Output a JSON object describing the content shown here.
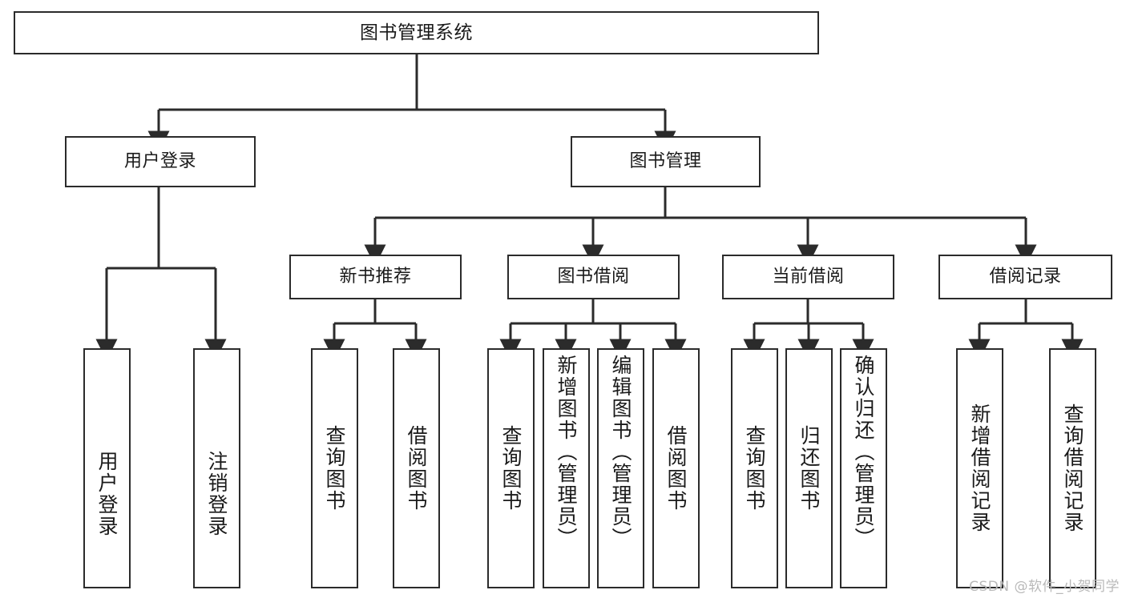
{
  "diagram": {
    "title": "图书管理系统",
    "type": "tree",
    "watermark": "CSDN @软件_小贺同学",
    "colors": {
      "box_border": "#2b2b2b",
      "box_fill": "#ffffff",
      "edge": "#2b2b2b",
      "text": "#1a1a1a",
      "watermark": "#b9b9b9",
      "background": "#ffffff"
    },
    "root": {
      "label": "图书管理系统"
    },
    "level2": [
      {
        "label": "用户登录"
      },
      {
        "label": "图书管理"
      }
    ],
    "level3": [
      {
        "label": "新书推荐"
      },
      {
        "label": "图书借阅"
      },
      {
        "label": "当前借阅"
      },
      {
        "label": "借阅记录"
      }
    ],
    "leaves": {
      "user_login": [
        {
          "label": "用户登录"
        },
        {
          "label": "注销登录"
        }
      ],
      "new_book_recommend": [
        {
          "label": "查询图书"
        },
        {
          "label": "借阅图书"
        }
      ],
      "book_borrow": [
        {
          "label": "查询图书"
        },
        {
          "label": "新增图书（管理员）"
        },
        {
          "label": "编辑图书（管理员）"
        },
        {
          "label": "借阅图书"
        }
      ],
      "current_borrow": [
        {
          "label": "查询图书"
        },
        {
          "label": "归还图书"
        },
        {
          "label": "确认归还（管理员）"
        }
      ],
      "borrow_record": [
        {
          "label": "新增借阅记录"
        },
        {
          "label": "查询借阅记录"
        }
      ]
    }
  }
}
